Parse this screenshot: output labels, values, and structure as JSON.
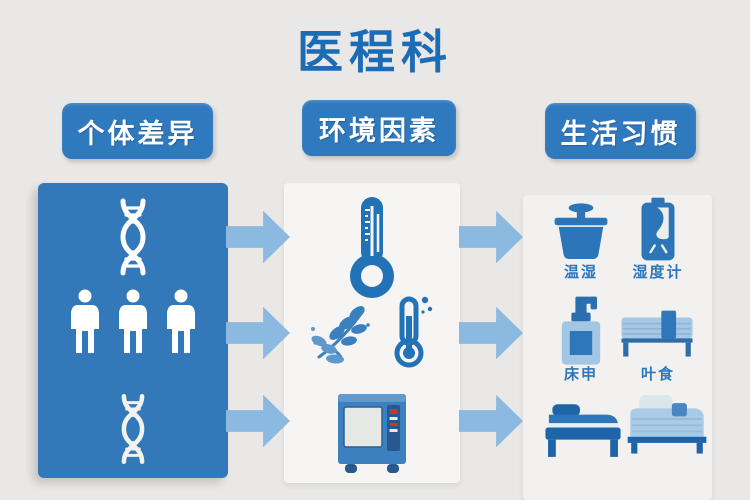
{
  "title": "医程科",
  "headers": {
    "col1": "个体差异",
    "col2": "环境因素",
    "col3": "生活习惯"
  },
  "left_panel": {
    "icons": [
      "dna-icon",
      "person-icon",
      "person-icon",
      "person-icon",
      "dna-icon"
    ]
  },
  "middle_panel": {
    "icons": [
      "thermometer-icon",
      "plant-icon",
      "small-thermometer-icon",
      "appliance-icon"
    ]
  },
  "right_panel": {
    "items": [
      {
        "icon": "pot-icon",
        "label": "温湿"
      },
      {
        "icon": "hygrometer-icon",
        "label": "湿度计"
      },
      {
        "icon": "pump-bottle-icon",
        "label": "床申"
      },
      {
        "icon": "bench-towel-icon",
        "label": "叶食"
      },
      {
        "icon": "bed-dark-icon",
        "label": ""
      },
      {
        "icon": "bed-light-icon",
        "label": ""
      }
    ]
  },
  "colors": {
    "background": "#e9e8e6",
    "title_blue": "#1c6bb5",
    "header_blue": "#2f79be",
    "panel_blue": "#3379ba",
    "icon_blue": "#2b75b8",
    "arrow_blue": "#8cb9e0",
    "light_blue": "#a9cbe6"
  }
}
